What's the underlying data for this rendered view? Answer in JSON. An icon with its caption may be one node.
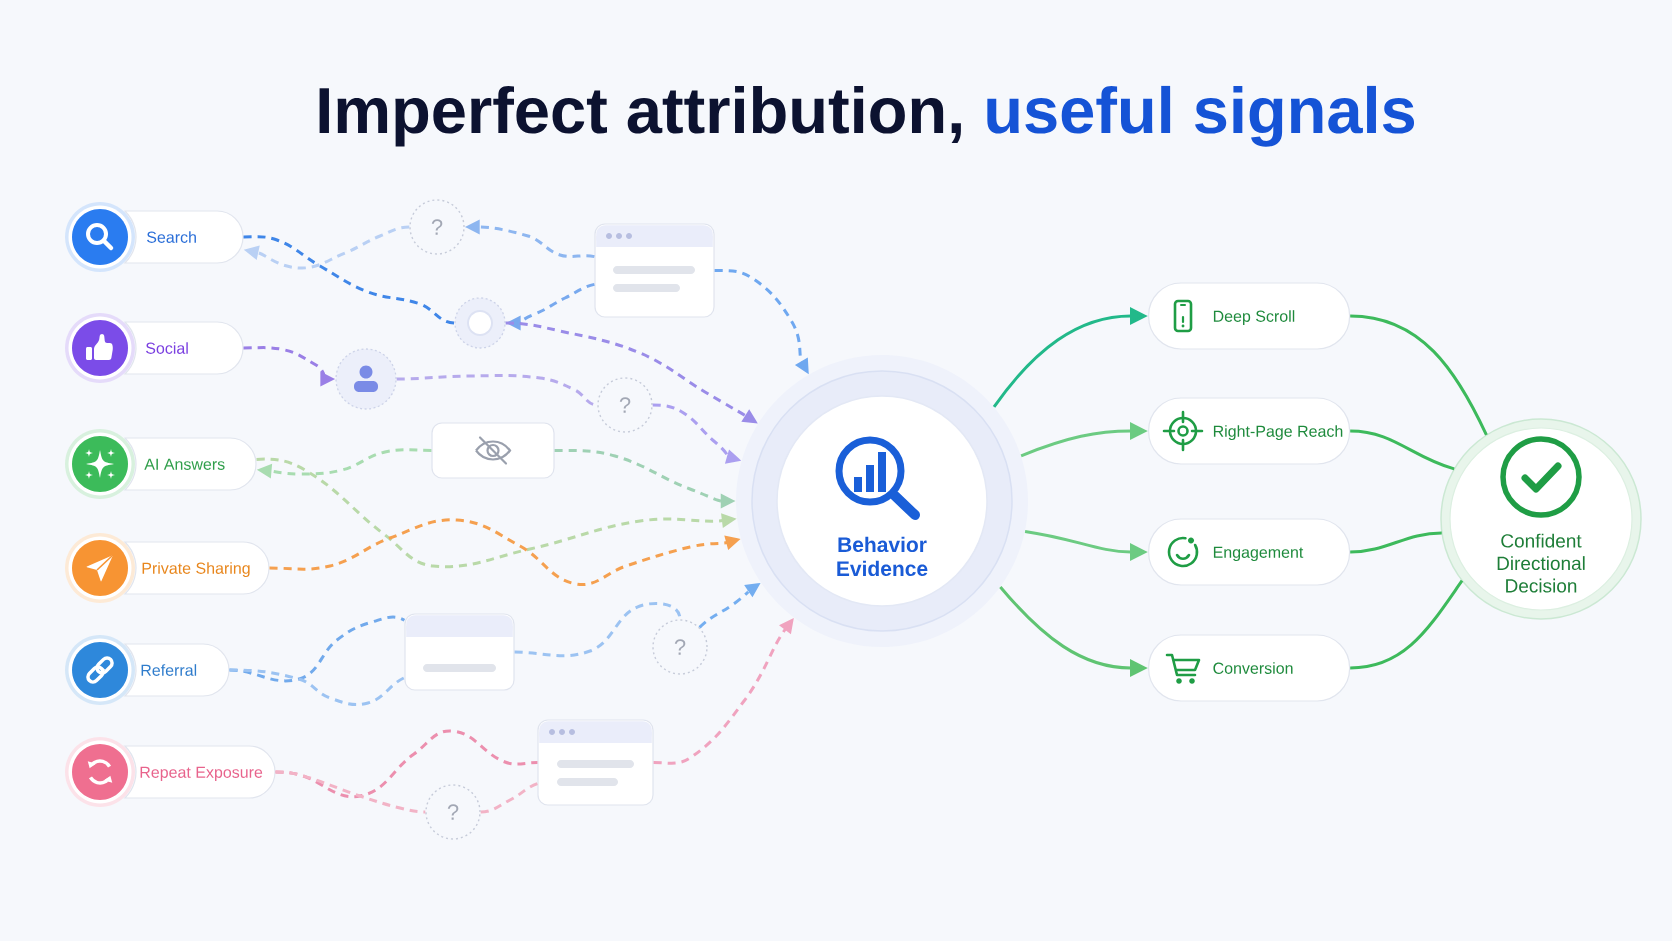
{
  "diagram": {
    "title": "Imperfect attribution, **useful signals**",
    "nodes": [
      {
        "text": [
          "Search"
        ]
      },
      {
        "text": [
          "Social"
        ]
      },
      {
        "text": [
          "AI Answers"
        ]
      },
      {
        "text": [
          "Private Sharing"
        ]
      },
      {
        "text": [
          "Referral"
        ]
      },
      {
        "text": [
          "Repeat Exposure"
        ]
      },
      {
        "text": [
          "?"
        ]
      },
      {
        "text": [],
        "shape": "picture"
      },
      {
        "text": [],
        "shape": "circle"
      },
      {
        "text": [],
        "shape": "person"
      },
      {
        "text": [
          "?"
        ]
      },
      {
        "text": [],
        "shape": "box"
      },
      {
        "text": [],
        "shape": "picture"
      },
      {
        "text": [
          "?"
        ]
      },
      {
        "text": [],
        "shape": "picture"
      },
      {
        "text": [
          "?"
        ]
      },
      {
        "text": [
          "Behavior Evidence"
        ]
      },
      {
        "text": [
          "Deep Scroll"
        ]
      },
      {
        "text": [
          "Right-Page Reach"
        ]
      },
      {
        "text": [
          "Engagement"
        ]
      },
      {
        "text": [
          "Conversion"
        ]
      },
      {
        "text": [
          "Confident Directional Decision"
        ]
      }
    ],
    "edges": [
      {
        "from": 0,
        "to": 8,
        "arrow": "none",
        "style": "dashed",
        "color": "#3f86e8"
      },
      {
        "from": 7,
        "to": 6,
        "arrow": "to",
        "style": "dashed",
        "color": "#8db6f0"
      },
      {
        "from": 6,
        "to": 0,
        "arrow": "to",
        "style": "dashed",
        "color": "#b9d0f4"
      },
      {
        "from": 7,
        "to": 8,
        "arrow": "to",
        "style": "dashed",
        "color": "#78a9ee"
      },
      {
        "from": 7,
        "to": 16,
        "arrow": "to",
        "style": "dashed",
        "color": "#6fa8f0"
      },
      {
        "from": 8,
        "to": 16,
        "arrow": "to",
        "style": "dashed",
        "color": "#9a8ce8"
      },
      {
        "from": 1,
        "to": 9,
        "arrow": "to",
        "style": "dashed",
        "color": "#9a7fe6"
      },
      {
        "from": 9,
        "to": 10,
        "arrow": "none",
        "style": "dashed",
        "color": "#b6aaec"
      },
      {
        "from": 10,
        "to": 16,
        "arrow": "to",
        "style": "dashed",
        "color": "#ab9ff0"
      },
      {
        "from": 11,
        "to": 2,
        "arrow": "to",
        "style": "dashed",
        "color": "#a8dcb0"
      },
      {
        "from": 2,
        "to": 16,
        "arrow": "to",
        "style": "dashed",
        "color": "#b9d9a8"
      },
      {
        "from": 11,
        "to": 16,
        "arrow": "to",
        "style": "dashed",
        "color": "#9fd1b4"
      },
      {
        "from": 3,
        "to": 16,
        "arrow": "to",
        "style": "dashed",
        "color": "#f5a04f"
      },
      {
        "from": 4,
        "to": 12,
        "arrow": "none",
        "style": "dashed",
        "color": "#72aaec"
      },
      {
        "from": 4,
        "to": 12,
        "arrow": "none",
        "style": "dashed",
        "color": "#9cc3f2"
      },
      {
        "from": 12,
        "to": 13,
        "arrow": "none",
        "style": "dashed",
        "color": "#9cc3f2"
      },
      {
        "from": 13,
        "to": 16,
        "arrow": "to",
        "style": "dashed",
        "color": "#74aef0"
      },
      {
        "from": 5,
        "to": 14,
        "arrow": "none",
        "style": "dashed",
        "color": "#ec8fae"
      },
      {
        "from": 5,
        "to": 15,
        "arrow": "none",
        "style": "dashed",
        "color": "#f2b3c6"
      },
      {
        "from": 15,
        "to": 14,
        "arrow": "none",
        "style": "dashed",
        "color": "#f2b3c6"
      },
      {
        "from": 14,
        "to": 16,
        "arrow": "to",
        "style": "dashed",
        "color": "#f0a3bf"
      },
      {
        "from": 16,
        "to": 17,
        "arrow": "to",
        "color": "#22b98a"
      },
      {
        "from": 16,
        "to": 18,
        "arrow": "to",
        "color": "#6ccb82"
      },
      {
        "from": 16,
        "to": 19,
        "arrow": "to",
        "color": "#6ccb82"
      },
      {
        "from": 16,
        "to": 20,
        "arrow": "to",
        "color": "#5fc472"
      },
      {
        "from": 17,
        "to": 21,
        "arrow": "none",
        "color": "#3dba5c"
      },
      {
        "from": 18,
        "to": 21,
        "arrow": "none",
        "color": "#3dba5c"
      },
      {
        "from": 19,
        "to": 21,
        "arrow": "none",
        "color": "#3dba5c"
      },
      {
        "from": 20,
        "to": 21,
        "arrow": "none",
        "color": "#3dba5c"
      }
    ]
  }
}
